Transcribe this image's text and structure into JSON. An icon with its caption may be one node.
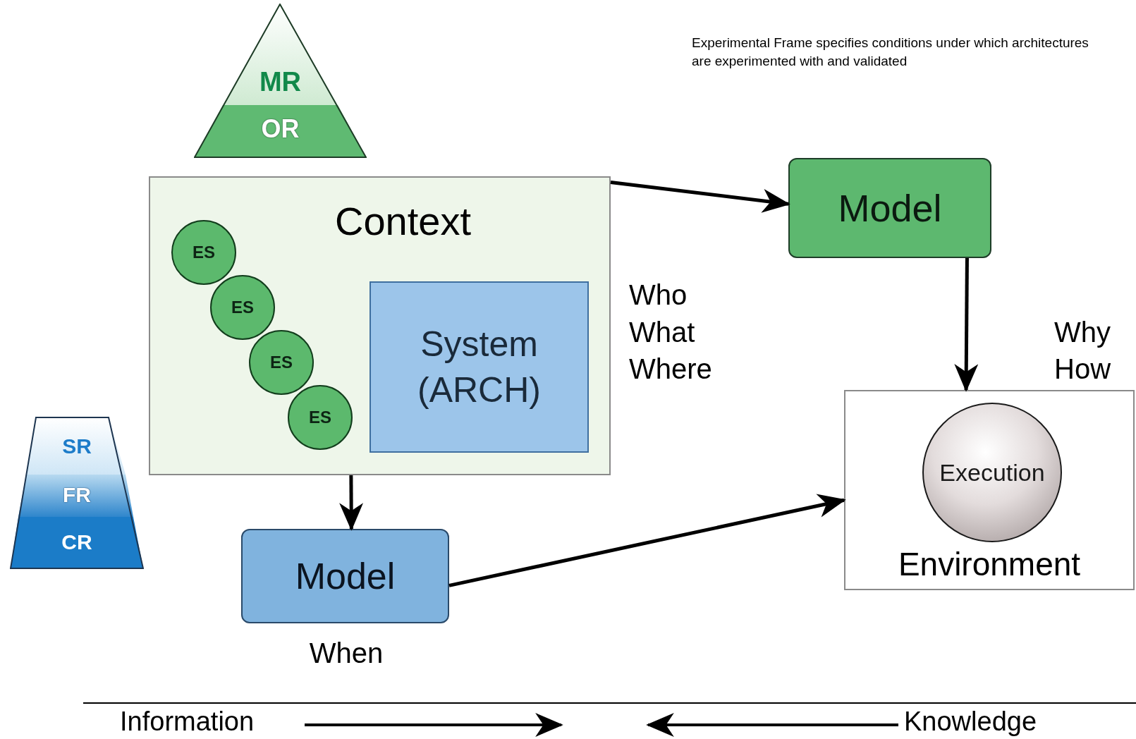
{
  "diagram": {
    "nodes": [
      {
        "text": [
          "MR",
          "OR"
        ]
      },
      {
        "text": [
          "Context"
        ]
      },
      {
        "text": [
          "ES"
        ],
        "in": 1
      },
      {
        "text": [
          "ES"
        ],
        "in": 1
      },
      {
        "text": [
          "ES"
        ],
        "in": 1
      },
      {
        "text": [
          "ES"
        ],
        "in": 1
      },
      {
        "text": [
          "System (ARCH)"
        ],
        "in": 1
      },
      {
        "text": [
          "Model"
        ]
      },
      {
        "text": [
          "Environment"
        ]
      },
      {
        "text": [
          "Execution"
        ],
        "in": 8
      },
      {
        "text": [
          "Model"
        ],
        "beside": [
          "When"
        ]
      },
      {
        "text": [
          "SR",
          "FR",
          "CR"
        ]
      }
    ],
    "edges": [
      {
        "from": 1,
        "to": 7,
        "arrow": "to"
      },
      {
        "from": 7,
        "to": 8,
        "arrow": "to"
      },
      {
        "from": 1,
        "to": 10,
        "arrow": "to"
      },
      {
        "from": 10,
        "to": 8,
        "arrow": "to"
      }
    ],
    "labels": [
      "Experimental Frame specifies conditions under which architectures are experimented with and validated",
      "Who",
      "What",
      "Where",
      "Why",
      "How",
      "Information",
      "Knowledge"
    ]
  }
}
